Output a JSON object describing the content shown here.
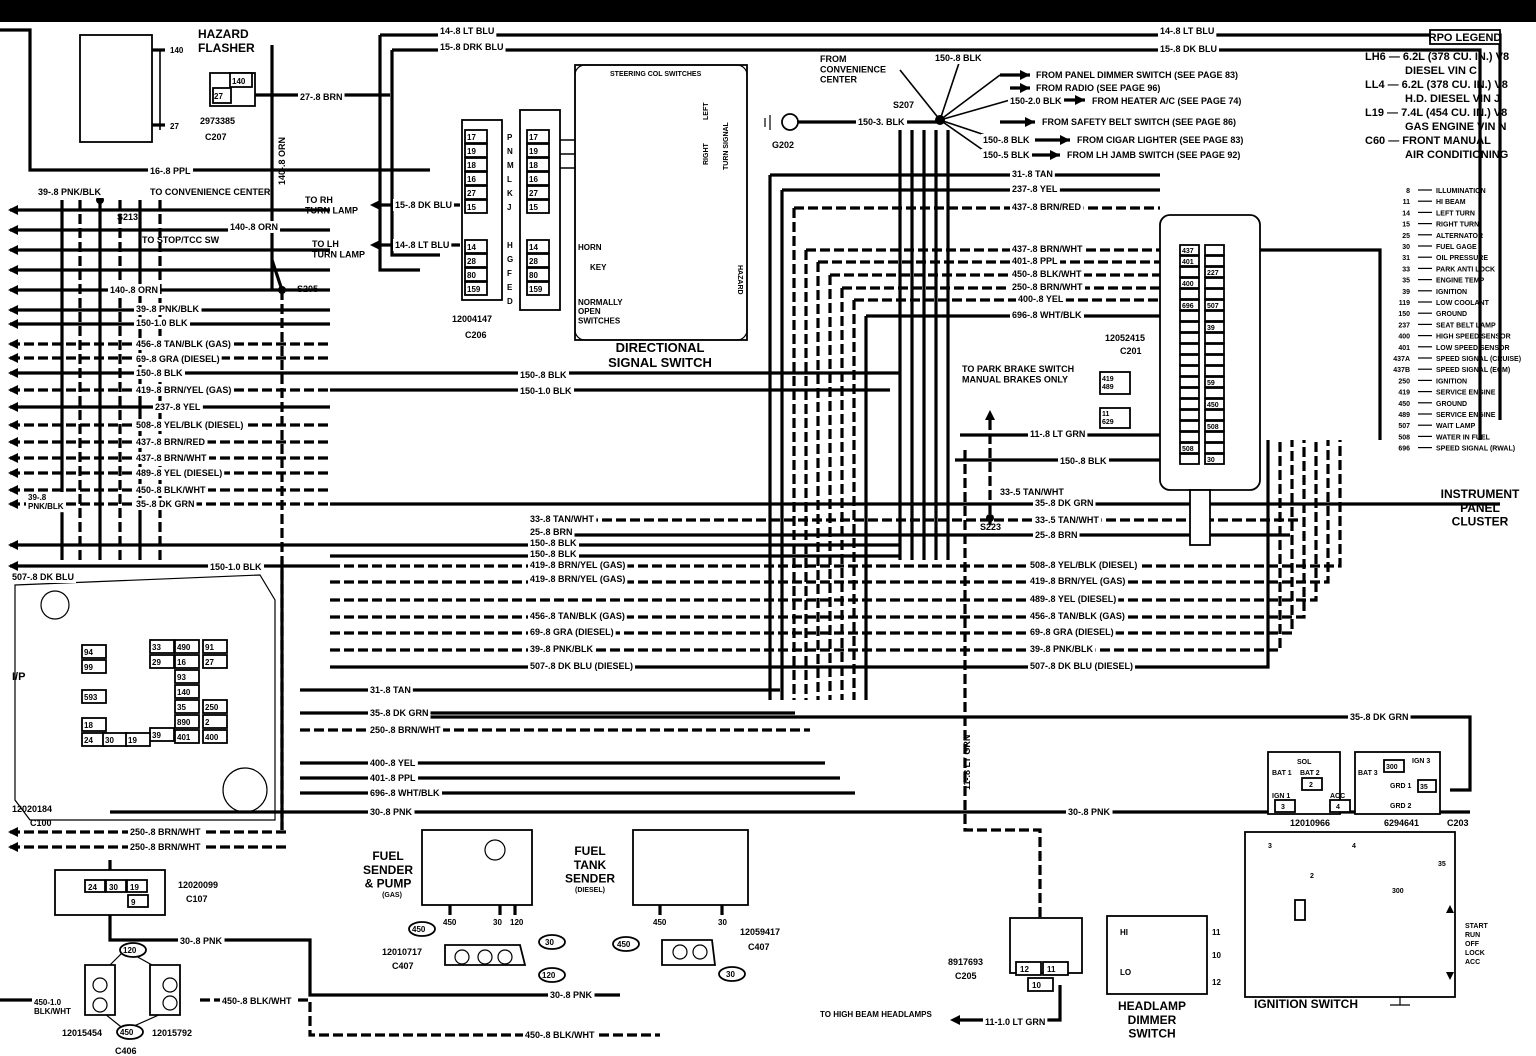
{
  "legend": {
    "title": "RPO LEGEND",
    "lines": [
      "LH6 — 6.2L (378 CU. IN.) V8",
      "DIESEL VIN C",
      "LL4 — 6.2L (378 CU. IN.) V8",
      "H.D. DIESEL VIN J",
      "L19 — 7.4L (454 CU. IN.) V8",
      "GAS ENGINE VIN N",
      "C60 — FRONT MANUAL",
      "AIR CONDITIONING"
    ]
  },
  "cluster_circuits": [
    [
      "8",
      "ILLUMINATION"
    ],
    [
      "11",
      "HI BEAM"
    ],
    [
      "14",
      "LEFT TURN"
    ],
    [
      "15",
      "RIGHT TURN"
    ],
    [
      "25",
      "ALTERNATOR"
    ],
    [
      "30",
      "FUEL GAGE"
    ],
    [
      "31",
      "OIL PRESSURE"
    ],
    [
      "33",
      "PARK ANTI LOCK"
    ],
    [
      "35",
      "ENGINE TEMP"
    ],
    [
      "39",
      "IGNITION"
    ],
    [
      "119",
      "LOW COOLANT"
    ],
    [
      "150",
      "GROUND"
    ],
    [
      "237",
      "SEAT BELT LAMP"
    ],
    [
      "400",
      "HIGH SPEED SENSOR"
    ],
    [
      "401",
      "LOW SPEED SENSOR"
    ],
    [
      "437A",
      "SPEED SIGNAL (CRUISE)"
    ],
    [
      "437B",
      "SPEED SIGNAL (ECM)"
    ],
    [
      "250",
      "IGNITION"
    ],
    [
      "419",
      "SERVICE ENGINE"
    ],
    [
      "450",
      "GROUND"
    ],
    [
      "489",
      "SERVICE ENGINE"
    ],
    [
      "507",
      "WAIT LAMP"
    ],
    [
      "508",
      "WATER IN FUEL"
    ],
    [
      "696",
      "SPEED SIGNAL (RWAL)"
    ]
  ],
  "components": {
    "hazard_flasher": "HAZARD\nFLASHER",
    "hazard_part": "2973385",
    "hazard_conn": "C207",
    "hazard_pins": [
      "140",
      "27"
    ],
    "directional_switch": "DIRECTIONAL\nSIGNAL SWITCH",
    "steering_col": "STEERING COL SWITCHES",
    "turn_signal": "TURN SIGNAL",
    "left": "LEFT",
    "right": "RIGHT",
    "hazard_word": "HAZARD",
    "horn": "HORN",
    "key": "KEY",
    "normally_open": "NORMALLY\nOPEN\nSWITCHES",
    "c206_part": "12004147",
    "c206": "C206",
    "c206_letters": [
      "P",
      "N",
      "M",
      "L",
      "K",
      "J",
      "H",
      "G",
      "F",
      "E",
      "D"
    ],
    "c206_pins_left": [
      "17",
      "19",
      "18",
      "16",
      "27",
      "15",
      "14",
      "28",
      "80",
      "159"
    ],
    "c206_pins_right": [
      "17",
      "19",
      "18",
      "16",
      "27",
      "15",
      "14",
      "28",
      "80",
      "159"
    ],
    "s207": "S207",
    "s205": "S205",
    "s213": "S213",
    "s223": "S223",
    "g202": "G202",
    "from_convenience": "FROM\nCONVENIENCE\nCENTER",
    "cluster_part": "12052415",
    "cluster_conn": "C201",
    "cluster_title": "INSTRUMENT\nPANEL\nCLUSTER",
    "park_brake": "TO PARK BRAKE SWITCH\nMANUAL BRAKES ONLY",
    "ip": "I/P",
    "c100_part": "12020184",
    "c100": "C100",
    "c107_part": "12020099",
    "c107": "C107",
    "c107_pins": [
      "24",
      "30",
      "19",
      "9"
    ],
    "c406": "C406",
    "c406_parts": [
      "12015454",
      "12015792"
    ],
    "c406_pins": [
      "120",
      "450"
    ],
    "fuel_sender": "FUEL\nSENDER\n& PUMP",
    "gas": "(GAS)",
    "fuel_tank": "FUEL\nTANK\nSENDER",
    "diesel": "(DIESEL)",
    "c407": "C407",
    "c407_part_gas": "12010717",
    "c407_part_diesel": "12059417",
    "c407_pins": [
      "450",
      "30",
      "120"
    ],
    "c205_part": "8917693",
    "c205": "C205",
    "c205_pins": [
      "12",
      "11",
      "10"
    ],
    "dimmer": "HEADLAMP\nDIMMER\nSWITCH",
    "dimmer_pins": [
      "11",
      "10",
      "12"
    ],
    "hi": "HI",
    "lo": "LO",
    "ign_switch": "IGNITION SWITCH",
    "ign_parts": [
      "12010966",
      "6294641"
    ],
    "c203": "C203",
    "ign_labels": [
      "SOL",
      "BAT 1",
      "BAT 2",
      "IGN 1",
      "ACC",
      "BAT 3",
      "IGN 3",
      "GRD 1",
      "GRD 2"
    ],
    "ign_pins": [
      "2",
      "3",
      "4",
      "300",
      "35"
    ],
    "ign_positions": [
      "START",
      "RUN",
      "OFF",
      "LOCK",
      "ACC"
    ],
    "to_high_beam": "TO HIGH BEAM HEADLAMPS",
    "to_convenience": "TO CONVENIENCE CENTER",
    "to_stop": "TO STOP/TCC SW",
    "to_rh": "TO RH\nTURN LAMP",
    "to_lh": "TO LH\nTURN LAMP"
  },
  "wire_labels": {
    "top1": "14-.8 LT BLU",
    "top2": "15-.8 DRK BLU",
    "top1r": "14-.8 LT BLU",
    "top2r": "15-.8 DK BLU",
    "brn": "27-.8 BRN",
    "orn_v": "140-.8 ORN",
    "ppl16": "16-.8 PPL",
    "pnk39": "39-.8 PNK/BLK",
    "orn140": "140-.8 ORN",
    "orn140b": "140-.8 ORN",
    "dkblu15": "15-.8 DK BLU",
    "ltblu14": "14-.8 LT BLU",
    "blk150c": "150-.8 BLK",
    "blk150s": "150-3. BLK",
    "pnk39b": "39-.8 PNK/BLK",
    "blk150_10": "150-1.0 BLK",
    "tan456": "456-.8 TAN/BLK (GAS)",
    "gra69": "69-.8 GRA (DIESEL)",
    "blk150b": "150-.8 BLK",
    "yel419": "419-.8 BRN/YEL (GAS)",
    "yel237": "237-.8 YEL",
    "yel508": "508-.8 YEL/BLK (DIESEL)",
    "red437": "437-.8 BRN/RED",
    "wht437": "437-.8 BRN/WHT",
    "yel489": "489-.8 YEL (DIESEL)",
    "wht450": "450-.8 BLK/WHT",
    "pnk39c": "39-.8\nPNK/BLK",
    "grn35": "35-.8 DK GRN",
    "blu507": "507-.8 DK BLU",
    "blk150_10b": "150-1.0 BLK",
    "m150blk": "150-.8 BLK",
    "m150_10": "150-1.0 BLK",
    "tan31": "31-.8 TAN",
    "yel237r": "237-.8 YEL",
    "red437r": "437-.8 BRN/RED",
    "wht437r": "437-.8 BRN/WHT",
    "ppl401r": "401-.8 PPL",
    "wht450r": "450-.8 BLK/WHT",
    "wht250r": "250-.8 BRN/WHT",
    "yel400r": "400-.8 YEL",
    "blk696r": "696-.8 WHT/BLK",
    "ltgrn11": "11-.8 LT GRN",
    "blk150r": "150-.8 BLK",
    "tan33": "33-.5 TAN/WHT",
    "grn35r": "35-.8 DK GRN",
    "tan33r": "33-.5 TAN/WHT",
    "brn25r": "25-.8 BRN",
    "tan33m": "33-.8 TAN/WHT",
    "brn25m": "25-.8 BRN",
    "blk150m1": "150-.8 BLK",
    "blk150m2": "150-.8 BLK",
    "yel508r": "508-.8 YEL/BLK (DIESEL)",
    "yel419r": "419-.8 BRN/YEL (GAS)",
    "yel489r": "489-.8 YEL (DIESEL)",
    "tan456r": "456-.8 TAN/BLK (GAS)",
    "gra69r": "69-.8 GRA (DIESEL)",
    "pnk39r": "39-.8 PNK/BLK",
    "blu507r": "507-.8 DK BLU (DIESEL)",
    "yel419m": "419-.8 BRN/YEL (GAS)",
    "tan456m": "456-.8 TAN/BLK (GAS)",
    "gra69m": "69-.8 GRA (DIESEL)",
    "pnk39m": "39-.8 PNK/BLK",
    "blu507m": "507-.8 DK BLU (DIESEL)",
    "tan31m": "31-.8 TAN",
    "grn35m": "35-.8 DK GRN",
    "wht250m": "250-.8 BRN/WHT",
    "yel400m": "400-.8 YEL",
    "ppl401m": "401-.8 PPL",
    "blk696m": "696-.8 WHT/BLK",
    "pnk30m": "30-.8 PNK",
    "pnk30r": "30-.8 PNK",
    "grn35far": "35-.8 DK GRN",
    "ltgrn11v": "11-.8 LT GRN",
    "wht250a": "250-.8 BRN/WHT",
    "wht250b": "250-.8 BRN/WHT",
    "pnk30c": "30-.8 PNK",
    "wht450c": "450-1.0\nBLK/WHT",
    "wht450d": "450-.8 BLK/WHT",
    "pnk30d": "30-.8 PNK",
    "wht450e": "450-.8 BLK/WHT",
    "ltgrn11b": "11-1.0 LT GRN",
    "blk150conv": "150-.8 BLK",
    "dimmer_in": "FROM PANEL DIMMER SWITCH (SEE PAGE 83)",
    "radio_in": "FROM RADIO (SEE PAGE 96)",
    "heater_in": "FROM HEATER A/C (SEE PAGE 74)",
    "belt_in": "FROM SAFETY BELT SWITCH (SEE PAGE 86)",
    "cigar_in": "FROM CIGAR LIGHTER (SEE PAGE 83)",
    "jamb_in": "FROM LH JAMB SWITCH (SEE PAGE 92)",
    "blk150_2": "150-2.0 BLK",
    "blk150_8a": "150-.8 BLK",
    "blk150_5": "150-.5 BLK"
  }
}
